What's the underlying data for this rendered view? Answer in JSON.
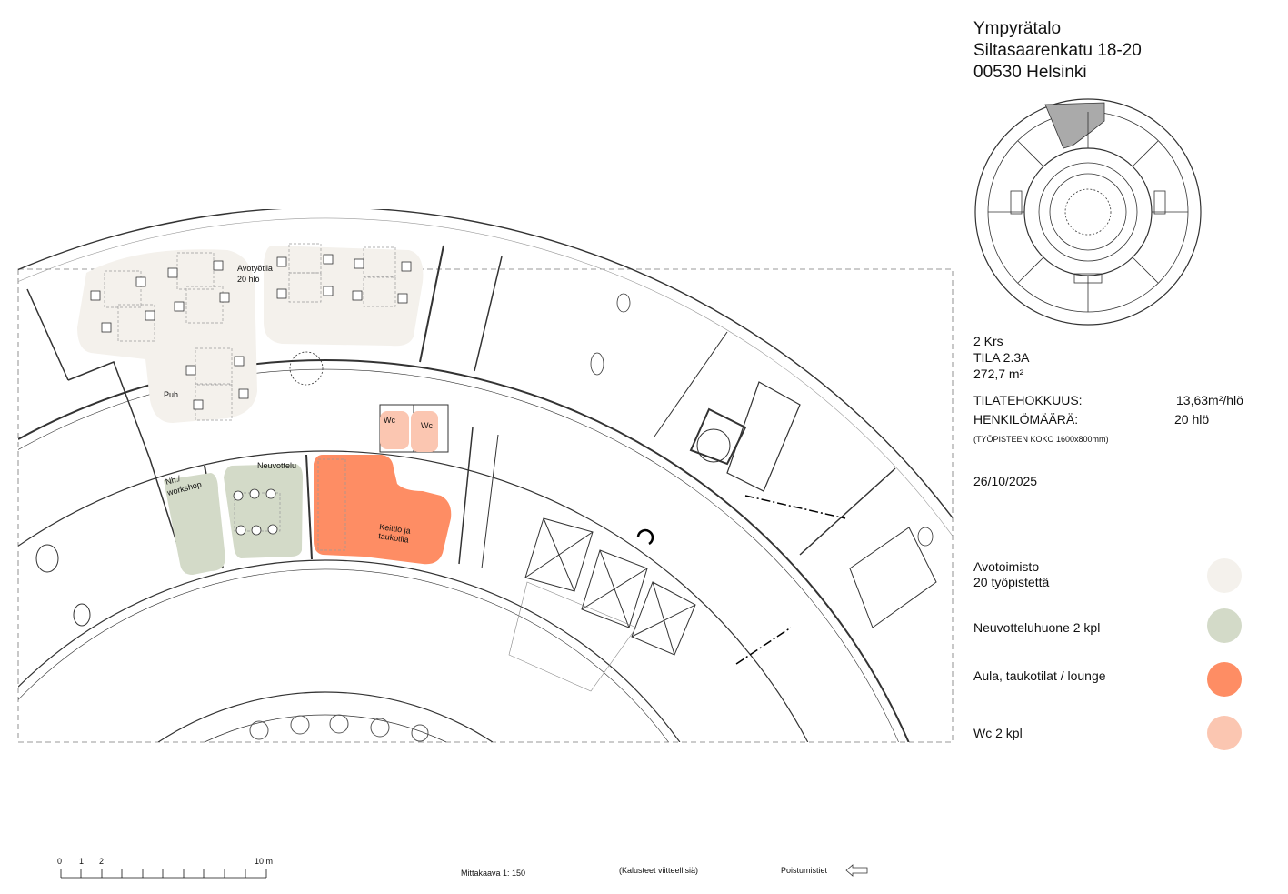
{
  "header": {
    "building": "Ympyrätalo",
    "street": "Siltasaarenkatu 18-20",
    "city": "00530 Helsinki"
  },
  "space": {
    "floor": "2 Krs",
    "room": "TILA 2.3A",
    "area": "272,7 m²",
    "efficiency_label": "TILATEHOKKUUS:",
    "efficiency_value": "13,63m²/hlö",
    "persons_label": "HENKILÖMÄÄRÄ:",
    "persons_value": "20 hlö",
    "workstation_note": "(TYÖPISTEEN KOKO 1600x800mm)",
    "date": "26/10/2025"
  },
  "legend": [
    {
      "label": "Avotoimisto",
      "label2": "20 työpistettä",
      "color": "#f4f1ec"
    },
    {
      "label": "Neuvotteluhuone 2 kpl",
      "color": "#d3dac8"
    },
    {
      "label": "Aula, taukotilat / lounge",
      "color": "#fe8d64"
    },
    {
      "label": "Wc 2 kpl",
      "color": "#fbc6b1"
    }
  ],
  "plan_labels": {
    "open_office": "Avotyötila",
    "open_office_count": "20 hlö",
    "phone": "Puh.",
    "workshop1": "Nh./",
    "workshop2": "workshop",
    "meeting": "Neuvottelu",
    "wc1": "Wc",
    "wc2": "Wc",
    "kitchen1": "Keittiö ja",
    "kitchen2": "taukotila"
  },
  "footer": {
    "scale_ticks": [
      "0",
      "1",
      "2",
      "10 m"
    ],
    "scale_text": "Mittakaava 1: 150",
    "furniture_note": "(Kalusteet viitteellisiä)",
    "exits_label": "Poistumistiet"
  }
}
